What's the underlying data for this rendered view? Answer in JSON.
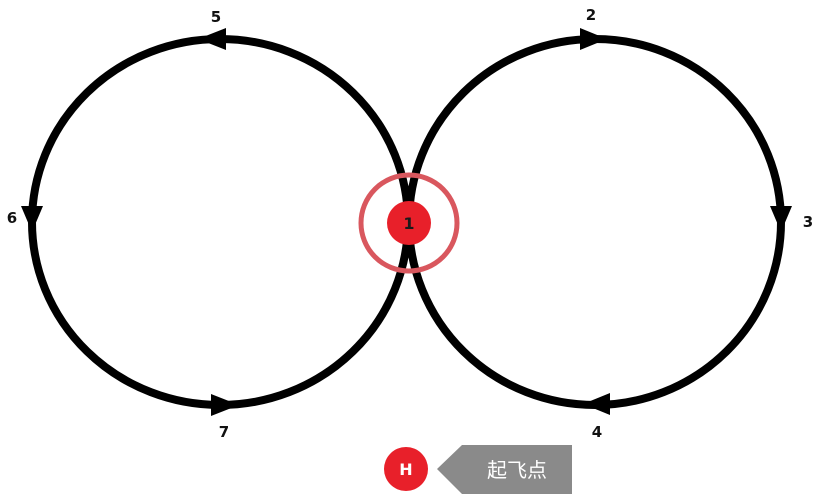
{
  "diagram": {
    "waypoints": [
      {
        "id": "wp1",
        "label": "1"
      },
      {
        "id": "wp2",
        "label": "2"
      },
      {
        "id": "wp3",
        "label": "3"
      },
      {
        "id": "wp4",
        "label": "4"
      },
      {
        "id": "wp5",
        "label": "5"
      },
      {
        "id": "wp6",
        "label": "6"
      },
      {
        "id": "wp7",
        "label": "7"
      }
    ],
    "home": {
      "label": "H",
      "text": "起飞点"
    },
    "colors": {
      "path": "#000000",
      "marker": "#e8202a",
      "ring": "#d9575e",
      "home_tag": "#8a8a8a"
    }
  }
}
